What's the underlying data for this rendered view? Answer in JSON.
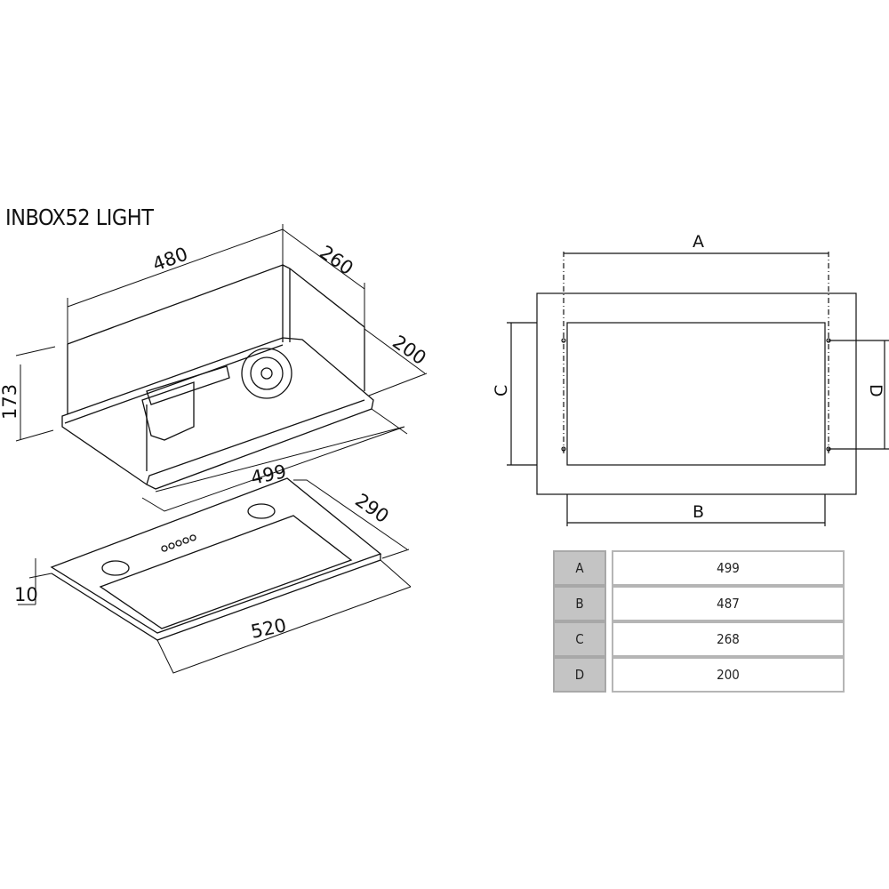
{
  "title": "INBOX52 LIGHT",
  "left_drawing": {
    "dimensions": {
      "width_top": "480",
      "depth_top": "260",
      "depth_side": "200",
      "height": "173",
      "width_bottom": "499",
      "panel_depth": "290",
      "panel_thickness": "10",
      "panel_width": "520"
    }
  },
  "right_drawing": {
    "labels": {
      "a": "A",
      "b": "B",
      "c": "C",
      "d": "D"
    }
  },
  "table": {
    "rows": [
      {
        "key": "A",
        "value": "499"
      },
      {
        "key": "B",
        "value": "487"
      },
      {
        "key": "C",
        "value": "268"
      },
      {
        "key": "D",
        "value": "200"
      }
    ]
  }
}
